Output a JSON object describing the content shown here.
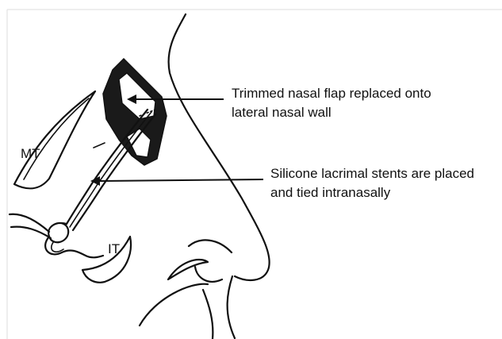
{
  "labels": {
    "mt": "MT",
    "it": "IT",
    "flap_line1": "Trimmed nasal flap replaced onto",
    "flap_line2": "lateral nasal wall",
    "stent_line1": "Silicone lacrimal stents are placed",
    "stent_line2": "and tied intranasally"
  },
  "colors": {
    "ink": "#111111",
    "background": "#ffffff",
    "border": "#dddddd"
  }
}
